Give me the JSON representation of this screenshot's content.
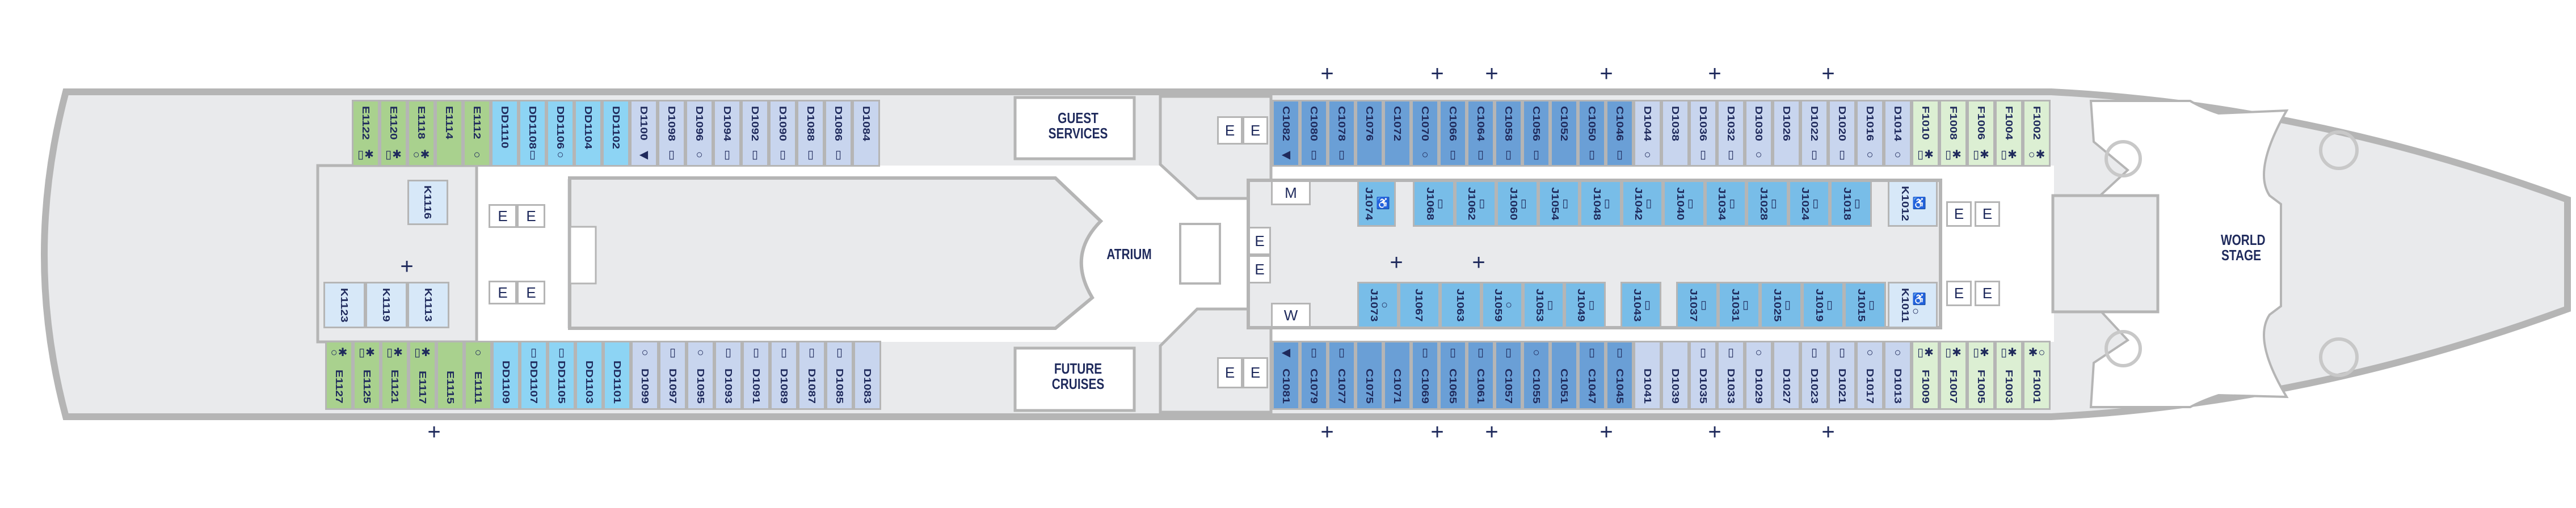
{
  "title": "Deck plan",
  "colors": {
    "E": "#a9d18e",
    "DD": "#8dd4f4",
    "D": "#c8d5ee",
    "C": "#6a9fd6",
    "J": "#78bde8",
    "K": "#d7e8f8",
    "F": "#dcefd3",
    "text": "#1f2a5c",
    "wall": "#b5b5b5",
    "floor": "#e9eaec"
  },
  "areas": {
    "guest_services": "GUEST SERVICES",
    "future_cruises": "FUTURE CRUISES",
    "atrium": "ATRIUM",
    "world_stage": "WORLD STAGE"
  },
  "facility_labels": {
    "elevator": "E",
    "men": "M",
    "women": "W"
  },
  "symbol_glyphs": {
    "square": "▯",
    "circle": "○",
    "asterisk": "✱",
    "triangle": "◀",
    "accessible": "♿"
  },
  "cabins": {
    "top_left": [
      {
        "id": "E1122",
        "cat": "E",
        "sym": [
          "square",
          "asterisk"
        ]
      },
      {
        "id": "E1120",
        "cat": "E",
        "sym": [
          "square",
          "asterisk"
        ]
      },
      {
        "id": "E1118",
        "cat": "E",
        "sym": [
          "circle",
          "asterisk"
        ]
      },
      {
        "id": "E1114",
        "cat": "E",
        "sym": []
      },
      {
        "id": "E1112",
        "cat": "E",
        "sym": [
          "circle"
        ]
      },
      {
        "id": "DD1110",
        "cat": "DD",
        "sym": []
      },
      {
        "id": "DD1108",
        "cat": "DD",
        "sym": [
          "square"
        ]
      },
      {
        "id": "DD1106",
        "cat": "DD",
        "sym": [
          "circle"
        ]
      },
      {
        "id": "DD1104",
        "cat": "DD",
        "sym": []
      },
      {
        "id": "DD1102",
        "cat": "DD",
        "sym": []
      },
      {
        "id": "D1100",
        "cat": "D",
        "sym": [
          "triangle"
        ]
      },
      {
        "id": "D1098",
        "cat": "D",
        "sym": [
          "square"
        ]
      },
      {
        "id": "D1096",
        "cat": "D",
        "sym": [
          "circle"
        ]
      },
      {
        "id": "D1094",
        "cat": "D",
        "sym": [
          "square"
        ]
      },
      {
        "id": "D1092",
        "cat": "D",
        "sym": [
          "square"
        ]
      },
      {
        "id": "D1090",
        "cat": "D",
        "sym": [
          "square"
        ]
      },
      {
        "id": "D1088",
        "cat": "D",
        "sym": [
          "square"
        ]
      },
      {
        "id": "D1086",
        "cat": "D",
        "sym": [
          "square"
        ]
      },
      {
        "id": "D1084",
        "cat": "D",
        "sym": []
      }
    ],
    "bottom_left": [
      {
        "id": "E1127",
        "cat": "E",
        "sym": [
          "circle",
          "asterisk"
        ]
      },
      {
        "id": "E1125",
        "cat": "E",
        "sym": [
          "square",
          "asterisk"
        ]
      },
      {
        "id": "E1121",
        "cat": "E",
        "sym": [
          "square",
          "asterisk"
        ]
      },
      {
        "id": "E1117",
        "cat": "E",
        "sym": [
          "square",
          "asterisk"
        ]
      },
      {
        "id": "E1115",
        "cat": "E",
        "sym": []
      },
      {
        "id": "E1111",
        "cat": "E",
        "sym": [
          "circle"
        ]
      },
      {
        "id": "DD1109",
        "cat": "DD",
        "sym": []
      },
      {
        "id": "DD1107",
        "cat": "DD",
        "sym": [
          "square"
        ]
      },
      {
        "id": "DD1105",
        "cat": "DD",
        "sym": [
          "square"
        ]
      },
      {
        "id": "DD1103",
        "cat": "DD",
        "sym": []
      },
      {
        "id": "DD1101",
        "cat": "DD",
        "sym": []
      },
      {
        "id": "D1099",
        "cat": "D",
        "sym": [
          "circle"
        ]
      },
      {
        "id": "D1097",
        "cat": "D",
        "sym": [
          "square"
        ]
      },
      {
        "id": "D1095",
        "cat": "D",
        "sym": [
          "circle"
        ]
      },
      {
        "id": "D1093",
        "cat": "D",
        "sym": [
          "square"
        ]
      },
      {
        "id": "D1091",
        "cat": "D",
        "sym": [
          "square"
        ]
      },
      {
        "id": "D1089",
        "cat": "D",
        "sym": [
          "square"
        ]
      },
      {
        "id": "D1087",
        "cat": "D",
        "sym": [
          "square"
        ]
      },
      {
        "id": "D1085",
        "cat": "D",
        "sym": [
          "square"
        ]
      },
      {
        "id": "D1083",
        "cat": "D",
        "sym": []
      }
    ],
    "top_right": [
      {
        "id": "C1082",
        "cat": "C",
        "sym": [
          "triangle"
        ]
      },
      {
        "id": "C1080",
        "cat": "C",
        "sym": [
          "square"
        ]
      },
      {
        "id": "C1078",
        "cat": "C",
        "sym": [
          "square"
        ]
      },
      {
        "id": "C1076",
        "cat": "C",
        "sym": []
      },
      {
        "id": "C1072",
        "cat": "C",
        "sym": []
      },
      {
        "id": "C1070",
        "cat": "C",
        "sym": [
          "circle"
        ]
      },
      {
        "id": "C1066",
        "cat": "C",
        "sym": [
          "square"
        ]
      },
      {
        "id": "C1064",
        "cat": "C",
        "sym": [
          "square"
        ]
      },
      {
        "id": "C1058",
        "cat": "C",
        "sym": [
          "square"
        ]
      },
      {
        "id": "C1056",
        "cat": "C",
        "sym": [
          "square"
        ]
      },
      {
        "id": "C1052",
        "cat": "C",
        "sym": []
      },
      {
        "id": "C1050",
        "cat": "C",
        "sym": [
          "square"
        ]
      },
      {
        "id": "C1046",
        "cat": "C",
        "sym": [
          "square"
        ]
      },
      {
        "id": "D1044",
        "cat": "D",
        "sym": [
          "circle"
        ]
      },
      {
        "id": "D1038",
        "cat": "D",
        "sym": []
      },
      {
        "id": "D1036",
        "cat": "D",
        "sym": [
          "square"
        ]
      },
      {
        "id": "D1032",
        "cat": "D",
        "sym": [
          "square"
        ]
      },
      {
        "id": "D1030",
        "cat": "D",
        "sym": [
          "circle"
        ]
      },
      {
        "id": "D1026",
        "cat": "D",
        "sym": []
      },
      {
        "id": "D1022",
        "cat": "D",
        "sym": [
          "square"
        ]
      },
      {
        "id": "D1020",
        "cat": "D",
        "sym": [
          "square"
        ]
      },
      {
        "id": "D1016",
        "cat": "D",
        "sym": [
          "circle"
        ]
      },
      {
        "id": "D1014",
        "cat": "D",
        "sym": [
          "circle"
        ]
      },
      {
        "id": "F1010",
        "cat": "F",
        "sym": [
          "square",
          "asterisk"
        ]
      },
      {
        "id": "F1008",
        "cat": "F",
        "sym": [
          "square",
          "asterisk"
        ]
      },
      {
        "id": "F1006",
        "cat": "F",
        "sym": [
          "square",
          "asterisk"
        ]
      },
      {
        "id": "F1004",
        "cat": "F",
        "sym": [
          "square",
          "asterisk"
        ]
      },
      {
        "id": "F1002",
        "cat": "F",
        "sym": [
          "circle",
          "asterisk"
        ]
      }
    ],
    "bottom_right": [
      {
        "id": "C1081",
        "cat": "C",
        "sym": [
          "triangle"
        ]
      },
      {
        "id": "C1079",
        "cat": "C",
        "sym": [
          "square"
        ]
      },
      {
        "id": "C1077",
        "cat": "C",
        "sym": [
          "square"
        ]
      },
      {
        "id": "C1075",
        "cat": "C",
        "sym": []
      },
      {
        "id": "C1071",
        "cat": "C",
        "sym": []
      },
      {
        "id": "C1069",
        "cat": "C",
        "sym": [
          "square"
        ]
      },
      {
        "id": "C1065",
        "cat": "C",
        "sym": [
          "square"
        ]
      },
      {
        "id": "C1061",
        "cat": "C",
        "sym": [
          "square"
        ]
      },
      {
        "id": "C1057",
        "cat": "C",
        "sym": [
          "square"
        ]
      },
      {
        "id": "C1055",
        "cat": "C",
        "sym": [
          "circle"
        ]
      },
      {
        "id": "C1051",
        "cat": "C",
        "sym": []
      },
      {
        "id": "C1047",
        "cat": "C",
        "sym": [
          "square"
        ]
      },
      {
        "id": "C1045",
        "cat": "C",
        "sym": [
          "square"
        ]
      },
      {
        "id": "D1041",
        "cat": "D",
        "sym": []
      },
      {
        "id": "D1039",
        "cat": "D",
        "sym": []
      },
      {
        "id": "D1035",
        "cat": "D",
        "sym": [
          "square"
        ]
      },
      {
        "id": "D1033",
        "cat": "D",
        "sym": [
          "square"
        ]
      },
      {
        "id": "D1029",
        "cat": "D",
        "sym": [
          "circle"
        ]
      },
      {
        "id": "D1027",
        "cat": "D",
        "sym": []
      },
      {
        "id": "D1023",
        "cat": "D",
        "sym": [
          "square"
        ]
      },
      {
        "id": "D1021",
        "cat": "D",
        "sym": [
          "square"
        ]
      },
      {
        "id": "D1017",
        "cat": "D",
        "sym": [
          "circle"
        ]
      },
      {
        "id": "D1013",
        "cat": "D",
        "sym": [
          "circle"
        ]
      },
      {
        "id": "F1009",
        "cat": "F",
        "sym": [
          "square",
          "asterisk"
        ]
      },
      {
        "id": "F1007",
        "cat": "F",
        "sym": [
          "square",
          "asterisk"
        ]
      },
      {
        "id": "F1005",
        "cat": "F",
        "sym": [
          "square",
          "asterisk"
        ]
      },
      {
        "id": "F1003",
        "cat": "F",
        "sym": [
          "square",
          "asterisk"
        ]
      },
      {
        "id": "F1001",
        "cat": "F",
        "sym": [
          "asterisk",
          "circle"
        ]
      }
    ],
    "j_top": [
      {
        "id": "J1074",
        "cat": "J",
        "sym": [
          "accessible"
        ]
      },
      {
        "id": "J1068",
        "cat": "J",
        "sym": [
          "square"
        ]
      },
      {
        "id": "J1062",
        "cat": "J",
        "sym": [
          "square"
        ]
      },
      {
        "id": "J1060",
        "cat": "J",
        "sym": [
          "square"
        ]
      },
      {
        "id": "J1054",
        "cat": "J",
        "sym": [
          "square"
        ]
      },
      {
        "id": "J1048",
        "cat": "J",
        "sym": [
          "square"
        ]
      },
      {
        "id": "J1042",
        "cat": "J",
        "sym": [
          "square"
        ]
      },
      {
        "id": "J1040",
        "cat": "J",
        "sym": [
          "square"
        ]
      },
      {
        "id": "J1034",
        "cat": "J",
        "sym": [
          "square"
        ]
      },
      {
        "id": "J1028",
        "cat": "J",
        "sym": [
          "square"
        ]
      },
      {
        "id": "J1024",
        "cat": "J",
        "sym": [
          "square"
        ]
      },
      {
        "id": "J1018",
        "cat": "J",
        "sym": [
          "square"
        ]
      },
      {
        "id": "K1012",
        "cat": "K",
        "sym": [
          "accessible"
        ]
      }
    ],
    "j_bottom": [
      {
        "id": "J1073",
        "cat": "J",
        "sym": [
          "circle"
        ]
      },
      {
        "id": "J1067",
        "cat": "J",
        "sym": []
      },
      {
        "id": "J1063",
        "cat": "J",
        "sym": []
      },
      {
        "id": "J1059",
        "cat": "J",
        "sym": [
          "circle"
        ]
      },
      {
        "id": "J1053",
        "cat": "J",
        "sym": [
          "square"
        ]
      },
      {
        "id": "J1049",
        "cat": "J",
        "sym": [
          "square"
        ]
      },
      {
        "id": "J1043",
        "cat": "J",
        "sym": [
          "square"
        ]
      },
      {
        "id": "J1037",
        "cat": "J",
        "sym": [
          "square"
        ]
      },
      {
        "id": "J1031",
        "cat": "J",
        "sym": [
          "square"
        ]
      },
      {
        "id": "J1025",
        "cat": "J",
        "sym": [
          "square"
        ]
      },
      {
        "id": "J1019",
        "cat": "J",
        "sym": [
          "square"
        ]
      },
      {
        "id": "J1015",
        "cat": "J",
        "sym": [
          "square"
        ]
      },
      {
        "id": "K1011",
        "cat": "K",
        "sym": [
          "accessible",
          "circle"
        ]
      }
    ],
    "k_left_top": [
      {
        "id": "K1116",
        "cat": "K",
        "sym": []
      }
    ],
    "k_left_bottom": [
      {
        "id": "K1123",
        "cat": "K",
        "sym": []
      },
      {
        "id": "K1119",
        "cat": "K",
        "sym": []
      },
      {
        "id": "K1113",
        "cat": "K",
        "sym": []
      }
    ]
  }
}
